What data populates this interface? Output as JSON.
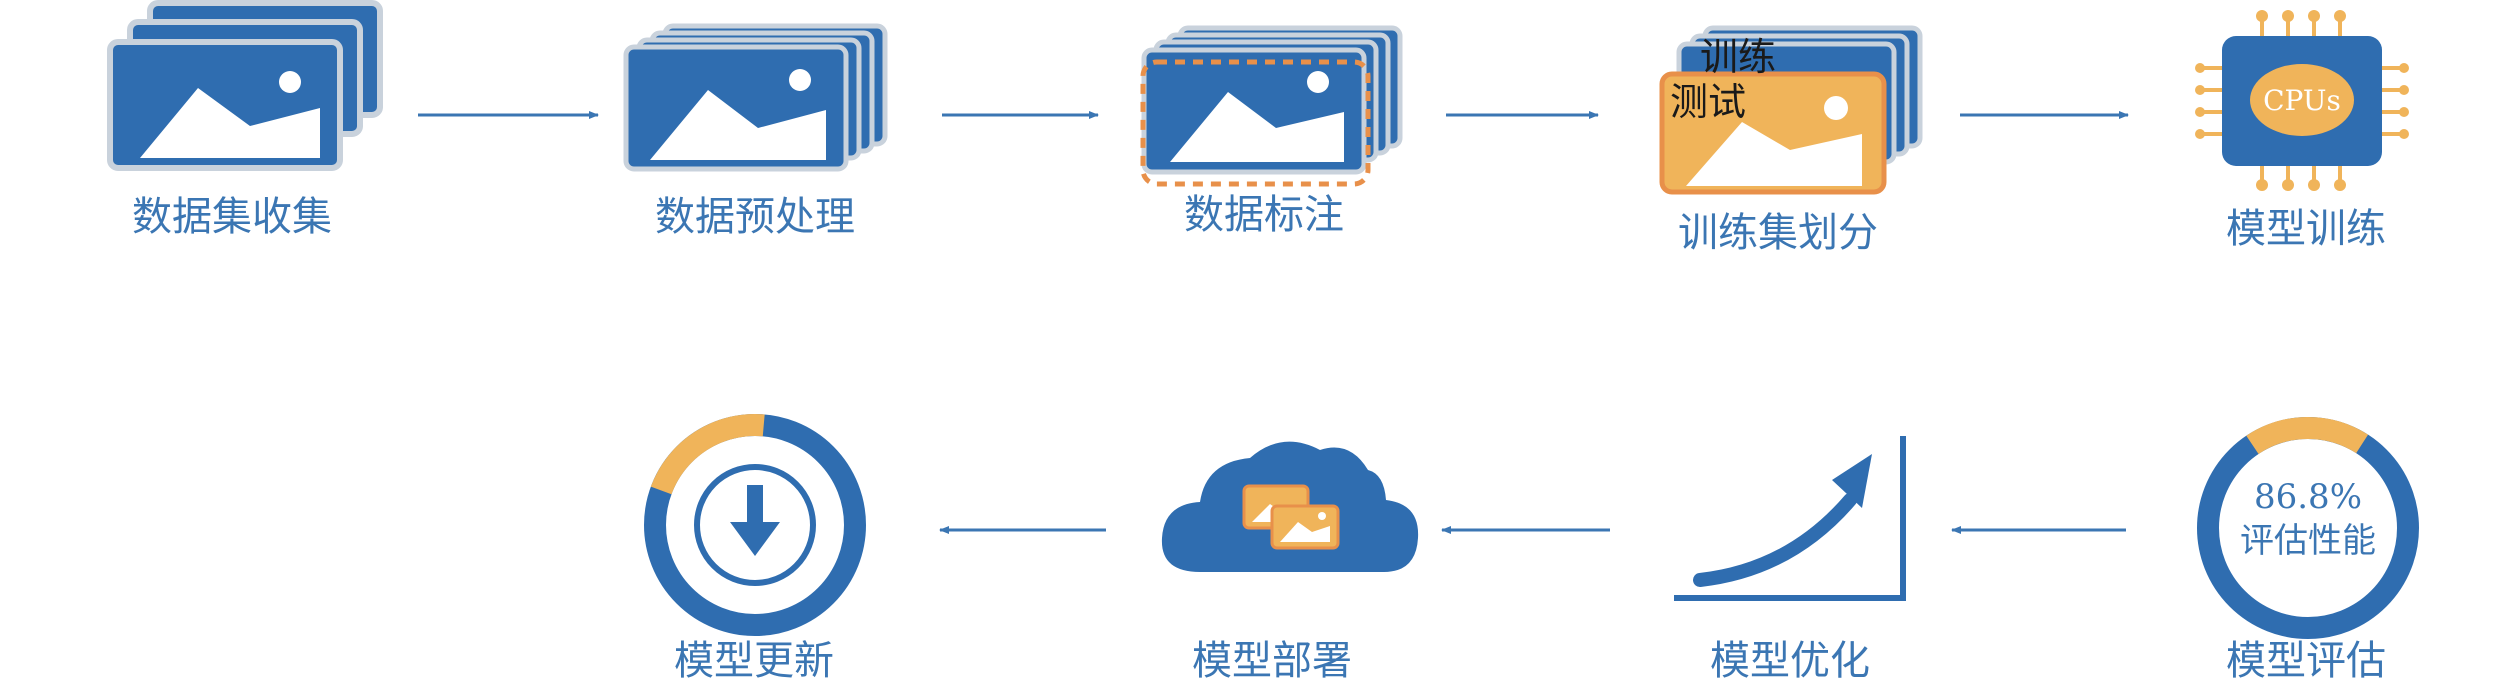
{
  "steps": {
    "collect": "数据集收集",
    "preprocess": "数据预处理",
    "annotate": "数据标注",
    "split": "训练集划分",
    "train": "模型训练",
    "evaluate": "模型评估",
    "optimize": "模型优化",
    "deploy": "模型部署",
    "update": "模型更新"
  },
  "split_labels": {
    "train": "训练",
    "test": "测试"
  },
  "cpu_label": "CPUs",
  "evaluation": {
    "percent_text": "86.8%",
    "caption": "评估性能",
    "value": 0.868
  },
  "update_ring_value": 0.82,
  "colors": {
    "blue": "#2f6db0",
    "label_blue": "#3b76b3",
    "orange": "#f0b45a",
    "dashed_orange": "#e8904a"
  }
}
